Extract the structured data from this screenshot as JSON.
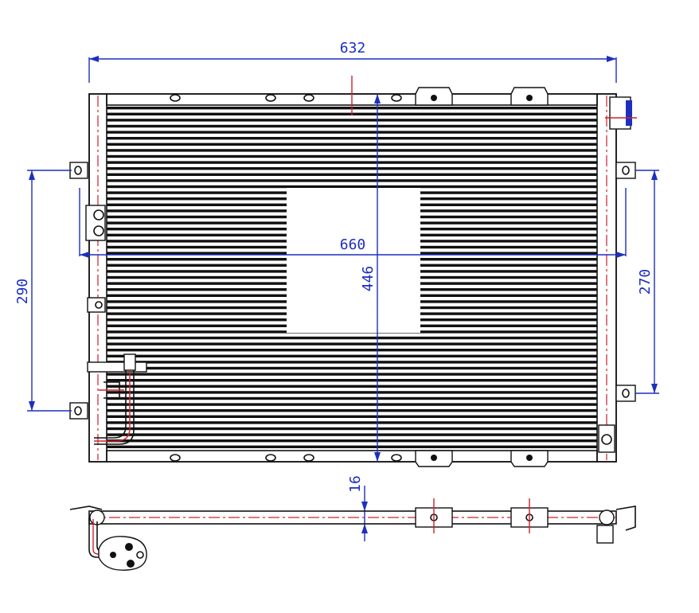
{
  "dimensions": {
    "top_width": "632",
    "core_width": "660",
    "core_height": "446",
    "left_bracket_span": "290",
    "right_bracket_span": "270",
    "thickness": "16"
  },
  "colors": {
    "dimension_lines": "#1c2fbf",
    "outline": "#111111",
    "centerline": "#d0202a"
  }
}
